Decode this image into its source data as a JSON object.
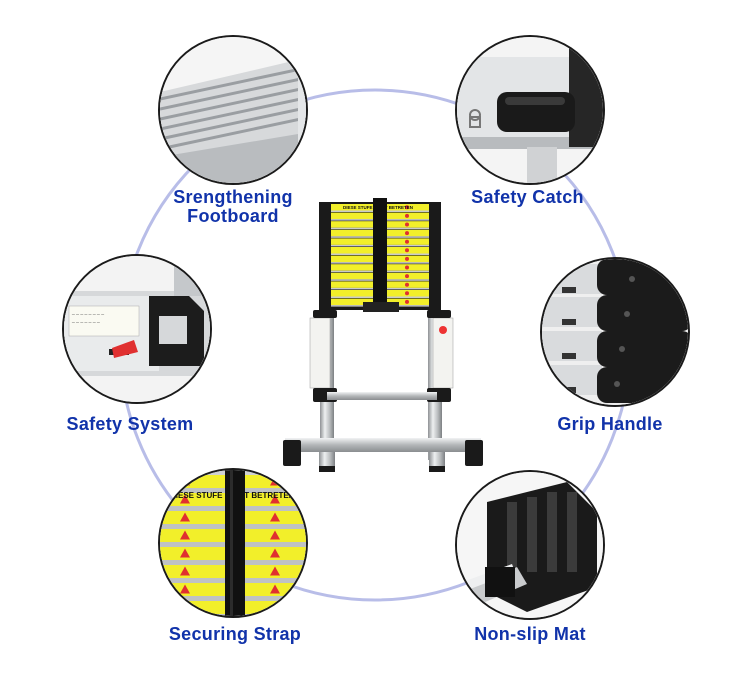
{
  "features": [
    {
      "id": "footboard",
      "lines": [
        "Srengthening",
        "Footboard"
      ]
    },
    {
      "id": "catch",
      "lines": [
        "Safety Catch"
      ]
    },
    {
      "id": "system",
      "lines": [
        "Safety System"
      ]
    },
    {
      "id": "grip",
      "lines": [
        "Grip Handle"
      ]
    },
    {
      "id": "strap",
      "lines": [
        "Securing Strap"
      ]
    },
    {
      "id": "mat",
      "lines": [
        "Non-slip Mat"
      ]
    }
  ],
  "rung_sticker_text": "DIESE STUFE NICHT BETRETEN",
  "strap_sticker_text": "DIESE STUFE NICHT BETRETEN",
  "colors": {
    "label": "#1133aa",
    "ring": "#b8bde8",
    "sticker": "#f2ef2a",
    "aluminium": "#c9cbcd",
    "black_parts": "#1a1a1a"
  },
  "icons": [
    "ladder-product-image",
    "detail-zoom-circle"
  ]
}
